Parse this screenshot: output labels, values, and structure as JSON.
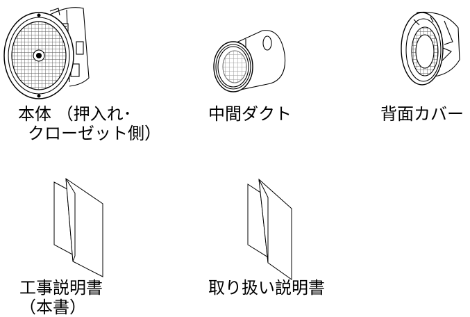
{
  "parts": [
    {
      "id": "main-unit",
      "label_lines": [
        "本体 （押入れ･",
        "クローゼット側）"
      ]
    },
    {
      "id": "middle-duct",
      "label_lines": [
        "中間ダクト"
      ]
    },
    {
      "id": "back-cover",
      "label_lines": [
        "背面カバー"
      ]
    },
    {
      "id": "construction-manual",
      "label_lines": [
        "工事説明書",
        "（本書）"
      ]
    },
    {
      "id": "instruction-manual",
      "label_lines": [
        "取り扱い説明書"
      ]
    }
  ]
}
